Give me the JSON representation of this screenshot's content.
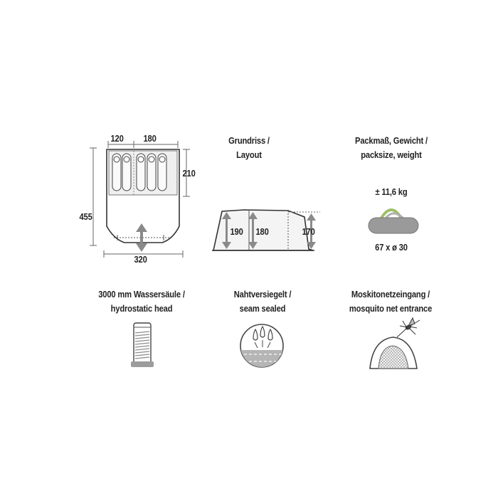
{
  "layout_panel": {
    "dim_120": "120",
    "dim_180": "180",
    "dim_210": "210",
    "dim_455": "455",
    "dim_320": "320"
  },
  "side_panel": {
    "title_line1": "Grundriss /",
    "title_line2": "Layout",
    "height_190": "190",
    "height_180": "180",
    "height_170": "170"
  },
  "pack_panel": {
    "title_line1": "Packmaß, Gewicht /",
    "title_line2": "packsize, weight",
    "weight": "± 11,6 kg",
    "size": "67 x ø 30"
  },
  "hydro_panel": {
    "title_line1": "3000 mm Wassersäule /",
    "title_line2": "hydrostatic head"
  },
  "seam_panel": {
    "title_line1": "Nahtversiegelt /",
    "title_line2": "seam sealed"
  },
  "mosquito_panel": {
    "title_line1": "Moskitonetzeingang /",
    "title_line2": "mosquito net entrance"
  },
  "colors": {
    "line": "#3a3a3a",
    "arrow_gray": "#8a8a8a",
    "light_fill": "#f2f2f2",
    "bag_fill": "#9a9a9a",
    "handle_green": "#9fbf6a"
  }
}
